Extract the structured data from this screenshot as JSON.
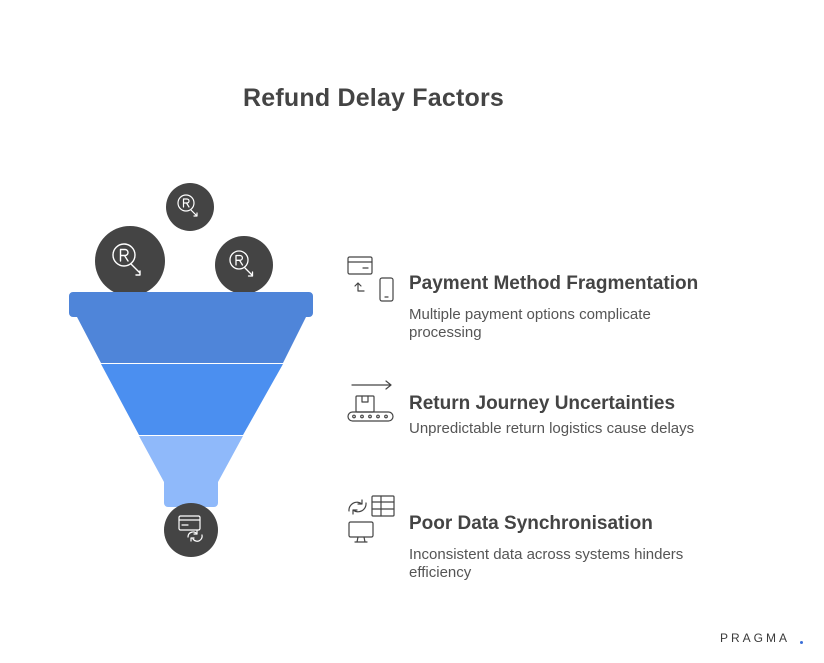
{
  "title": "Refund Delay Factors",
  "colors": {
    "funnel_top": "#4f85d9",
    "funnel_mid": "#4b8ff0",
    "funnel_bottom": "#8fb9fa",
    "circle": "#444444",
    "text_dark": "#444444",
    "text_body": "#555555"
  },
  "factors": [
    {
      "heading": "Payment Method Fragmentation",
      "description": "Multiple payment options complicate processing",
      "icon": "card-to-mobile-icon"
    },
    {
      "heading": "Return Journey Uncertainties",
      "description": "Unpredictable return logistics cause delays",
      "icon": "conveyor-package-icon"
    },
    {
      "heading": "Poor Data Synchronisation",
      "description": "Inconsistent data across systems hinders efficiency",
      "icon": "table-sync-monitor-icon"
    }
  ],
  "funnel_inputs": [
    "rupee-refund-icon",
    "rupee-refund-icon",
    "rupee-refund-icon"
  ],
  "funnel_output": "card-refresh-icon",
  "logo": "PRAGMA"
}
